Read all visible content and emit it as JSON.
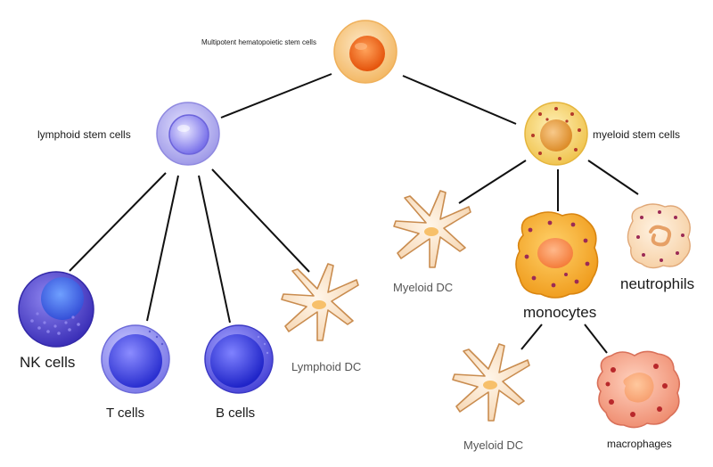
{
  "labels": {
    "hsc": "Multipotent hematopoietic stem cells",
    "lymphoid": "lymphoid stem cells",
    "myeloid": "myeloid stem cells",
    "nk": "NK cells",
    "t": "T cells",
    "b": "B cells",
    "lymphoid_dc": "Lymphoid DC",
    "myeloid_dc_top": "Myeloid DC",
    "monocytes": "monocytes",
    "neutrophils": "neutrophils",
    "myeloid_dc_bottom": "Myeloid DC",
    "macrophages": "macrophages"
  },
  "edges": [
    [
      "hsc",
      "lymphoid"
    ],
    [
      "hsc",
      "myeloid"
    ],
    [
      "lymphoid",
      "nk"
    ],
    [
      "lymphoid",
      "t"
    ],
    [
      "lymphoid",
      "b"
    ],
    [
      "lymphoid",
      "lymphoid_dc"
    ],
    [
      "myeloid",
      "myeloid_dc_top"
    ],
    [
      "myeloid",
      "monocytes"
    ],
    [
      "myeloid",
      "neutrophils"
    ],
    [
      "monocytes",
      "myeloid_dc_bottom"
    ],
    [
      "monocytes",
      "macrophages"
    ]
  ],
  "colors": {
    "hsc_outer": "#f7c98a",
    "hsc_nucleus": "#f06a1a",
    "lymphoid_outer": "#b9b6f0",
    "lymphoid_nucleus": "#6a63e6",
    "myeloid_outer": "#f6d66e",
    "myeloid_nucleus": "#e8a23a",
    "nk_body": "#6a60d8",
    "lymphocyte_body": "#4a4ee0",
    "dc_body": "#fbe6cc",
    "monocyte_body": "#f5a623",
    "neutrophil_body": "#fbe0c4",
    "macrophage_body": "#f2a088",
    "edge": "#111111"
  }
}
